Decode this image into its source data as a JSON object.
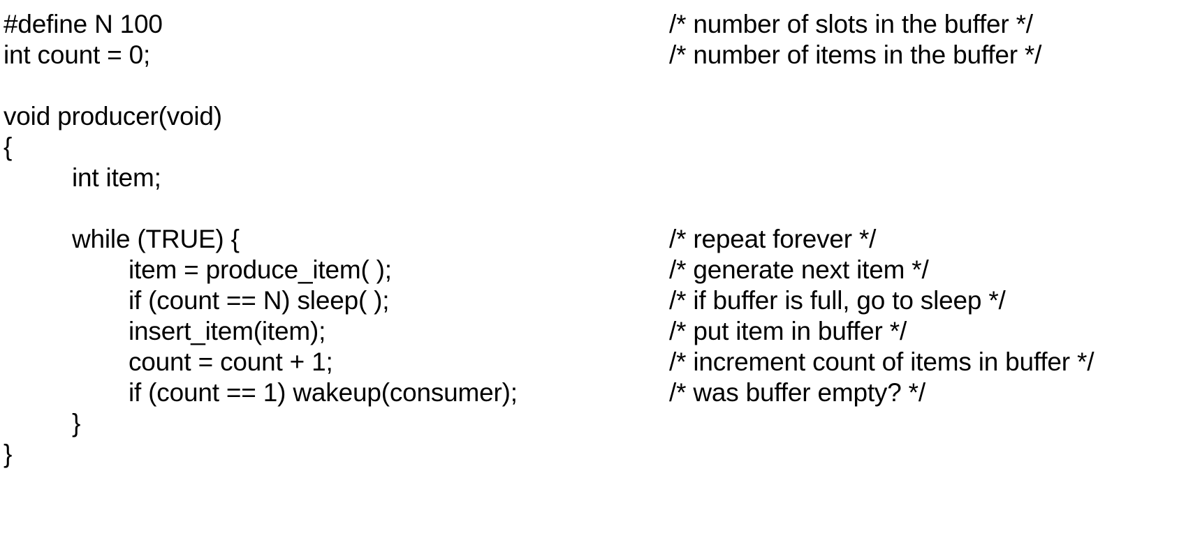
{
  "document": {
    "kind": "code-listing",
    "language": "C",
    "background_color": "#ffffff",
    "text_color": "#000000"
  },
  "code": {
    "lines": [
      {
        "indent": 0,
        "text": "#define N 100",
        "comment": "/* number of slots in the buffer */"
      },
      {
        "indent": 0,
        "text": "int count = 0;",
        "comment": "/* number of items in the buffer */"
      },
      {
        "indent": 0,
        "text": "",
        "comment": ""
      },
      {
        "indent": 0,
        "text": "void producer(void)",
        "comment": ""
      },
      {
        "indent": 0,
        "text": "{",
        "comment": ""
      },
      {
        "indent": 1,
        "text": "int item;",
        "comment": ""
      },
      {
        "indent": 0,
        "text": "",
        "comment": ""
      },
      {
        "indent": 1,
        "text": "while (TRUE) {",
        "comment": "/* repeat forever */"
      },
      {
        "indent": 2,
        "text": "item = produce_item( );",
        "comment": "/* generate next item */"
      },
      {
        "indent": 2,
        "text": "if (count == N) sleep( );",
        "comment": "/* if buffer is full, go to sleep */"
      },
      {
        "indent": 2,
        "text": "insert_item(item);",
        "comment": "/* put item in buffer */"
      },
      {
        "indent": 2,
        "text": "count = count + 1;",
        "comment": "/* increment count of items in buffer */"
      },
      {
        "indent": 2,
        "text": "if (count == 1) wakeup(consumer);",
        "comment": "/* was buffer empty? */"
      },
      {
        "indent": 1,
        "text": "}",
        "comment": ""
      },
      {
        "indent": 0,
        "text": "}",
        "comment": ""
      }
    ]
  }
}
